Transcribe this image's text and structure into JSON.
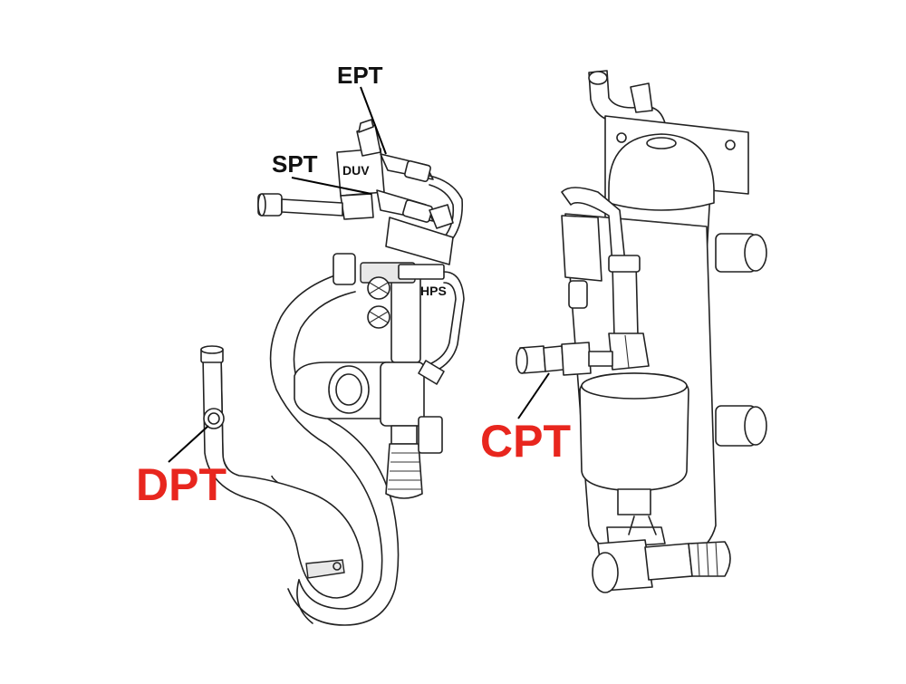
{
  "labels": {
    "ept": "EPT",
    "spt": "SPT",
    "duv": "DUV",
    "hps": "HPS",
    "cpt": "CPT",
    "dpt": "DPT"
  },
  "colors": {
    "primary_label": "#111111",
    "highlight_label": "#e8261e",
    "line": "#222222"
  }
}
